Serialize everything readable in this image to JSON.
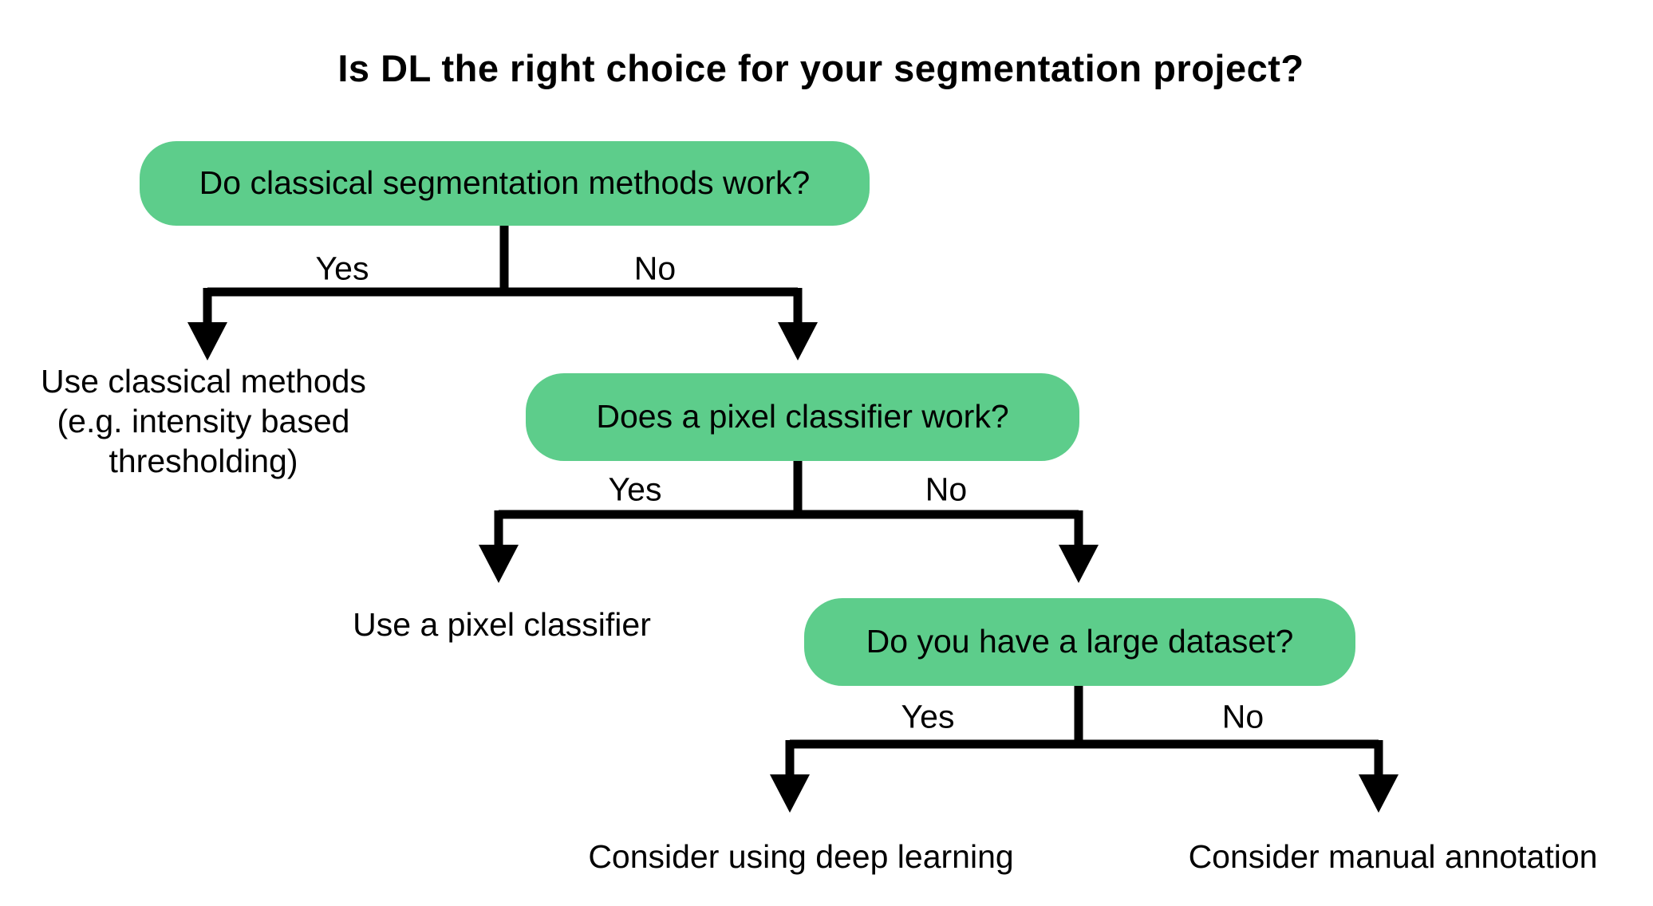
{
  "title": "Is DL the right choice for your segmentation project?",
  "colors": {
    "node_fill": "#5dcd8b",
    "line": "#000000",
    "text": "#000000",
    "background": "#ffffff"
  },
  "branch_labels": {
    "yes": "Yes",
    "no": "No"
  },
  "nodes": {
    "q1": {
      "label": "Do classical segmentation methods work?"
    },
    "q2": {
      "label": "Does a pixel classifier work?"
    },
    "q3": {
      "label": "Do you have a large dataset?"
    }
  },
  "leaves": {
    "classical": {
      "lines": [
        "Use classical methods",
        "(e.g. intensity based",
        "thresholding)"
      ]
    },
    "pixel_classifier": {
      "label": "Use a pixel classifier"
    },
    "deep_learning": {
      "label": "Consider using deep learning"
    },
    "manual_annotation": {
      "label": "Consider manual annotation"
    }
  }
}
